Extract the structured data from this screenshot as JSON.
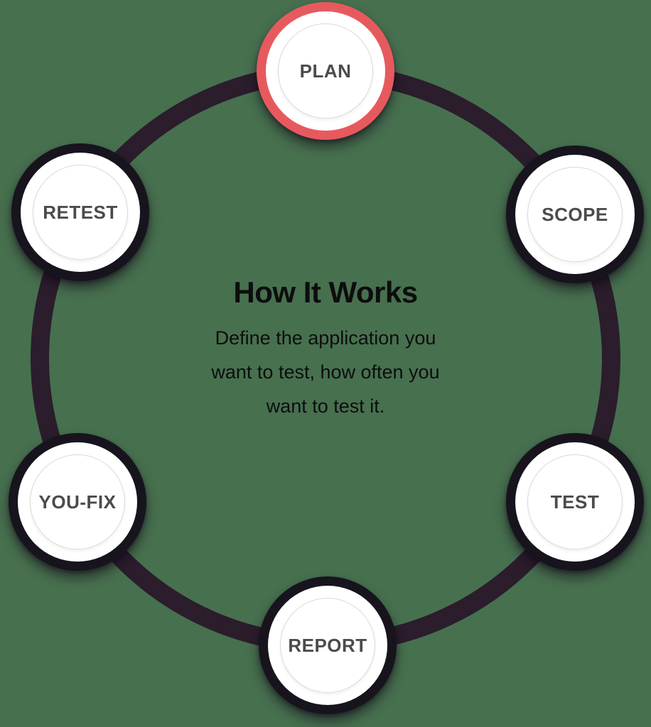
{
  "diagram": {
    "title": "How It Works",
    "description_lines": [
      "Define the application you",
      "want to test, how often you",
      "want to test it."
    ],
    "nodes": [
      {
        "label": "PLAN",
        "state": "active"
      },
      {
        "label": "SCOPE",
        "state": "default"
      },
      {
        "label": "TEST",
        "state": "default"
      },
      {
        "label": "REPORT",
        "state": "default"
      },
      {
        "label": "YOU-FIX",
        "state": "default"
      },
      {
        "label": "RETEST",
        "state": "default"
      }
    ],
    "colors": {
      "background": "#47704f",
      "ring": "#2b1d2c",
      "node_ring": "#17141e",
      "active_ring": "#e65a5e",
      "node_fill": "#ffffff",
      "inner_circle_line": "#d9d9d9",
      "label_text": "#4b4b4b",
      "center_text": "#0d0d0d"
    }
  }
}
